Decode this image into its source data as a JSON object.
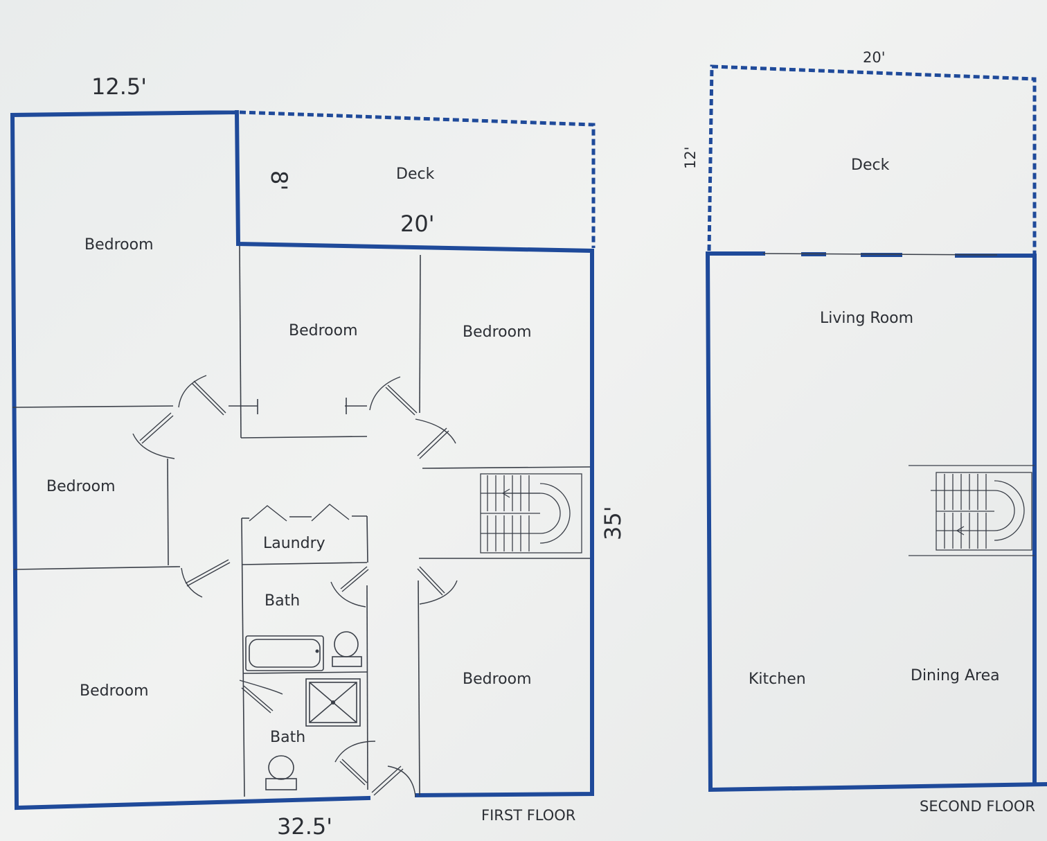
{
  "first_floor": {
    "title": "FIRST FLOOR",
    "dimensions": {
      "top_left": "12.5'",
      "deck_width": "20'",
      "deck_depth": "8'",
      "right_side": "35'",
      "bottom": "32.5'"
    },
    "rooms": {
      "deck": "Deck",
      "bedroom_top_left": "Bedroom",
      "bedroom_center": "Bedroom",
      "bedroom_right": "Bedroom",
      "bedroom_mid_left": "Bedroom",
      "laundry": "Laundry",
      "bath_upper": "Bath",
      "bedroom_bottom_left": "Bedroom",
      "bedroom_bottom_right": "Bedroom",
      "bath_lower": "Bath"
    }
  },
  "second_floor": {
    "title": "SECOND FLOOR",
    "dimensions": {
      "deck_width": "20'",
      "deck_depth": "12'"
    },
    "rooms": {
      "deck": "Deck",
      "living_room": "Living Room",
      "kitchen": "Kitchen",
      "dining_area": "Dining Area"
    }
  },
  "colors": {
    "wall": "#1f4a9a",
    "line": "#3a3f48",
    "paper": "#eceeed"
  }
}
